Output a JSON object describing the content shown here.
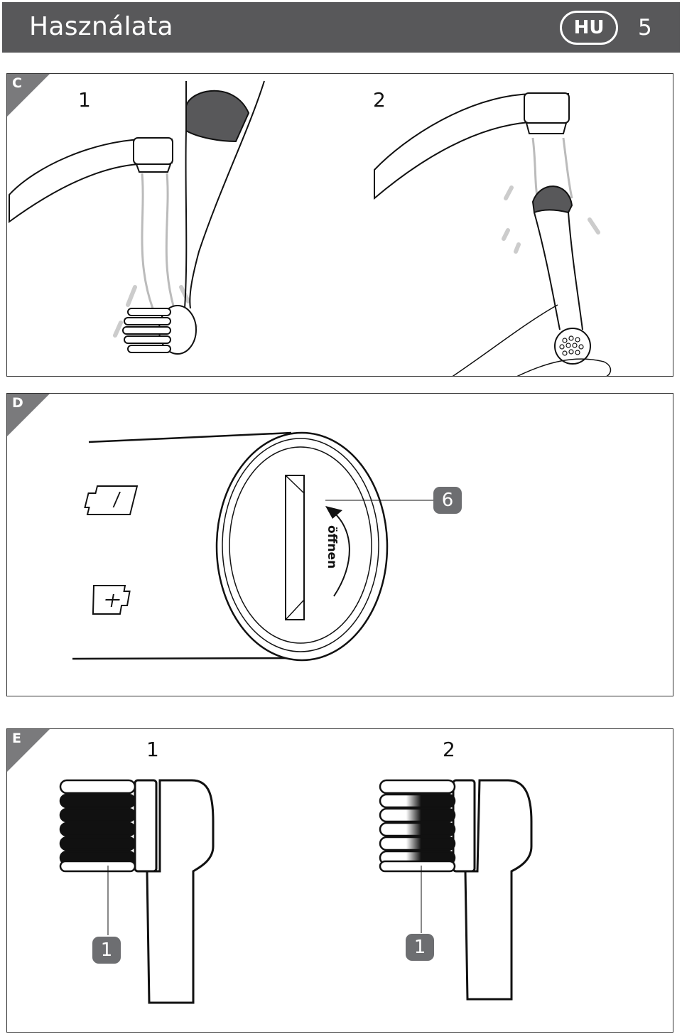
{
  "header": {
    "title": "Használata",
    "lang": "HU",
    "page": "5"
  },
  "panels": {
    "c": {
      "letter": "C",
      "step1": "1",
      "step2": "2"
    },
    "d": {
      "letter": "D",
      "callout": "6",
      "open_label": "öffnen"
    },
    "e": {
      "letter": "E",
      "step1": "1",
      "step2": "2",
      "callout1": "1",
      "callout2": "1"
    }
  },
  "colors": {
    "header_bg": "#58585a",
    "callout_bg": "#6d6e71",
    "corner_bg": "#7a7a7c"
  }
}
